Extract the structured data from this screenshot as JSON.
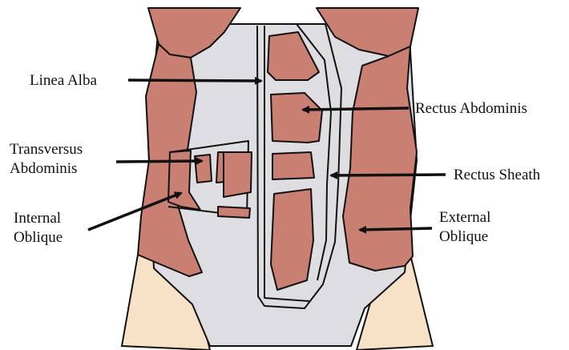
{
  "labels": {
    "linea_alba": "Linea Alba",
    "rectus_abdominis": "Rectus Abdominis",
    "transversus_line1": "Transversus",
    "transversus_line2": "Abdominis",
    "rectus_sheath": "Rectus Sheath",
    "internal_line1": "Internal",
    "internal_line2": "Oblique",
    "external_line1": "External",
    "external_line2": "Oblique"
  },
  "colors": {
    "muscle": "#c97f71",
    "fascia": "#dedee2",
    "skin": "#f7e1c7",
    "outline": "#111111"
  }
}
